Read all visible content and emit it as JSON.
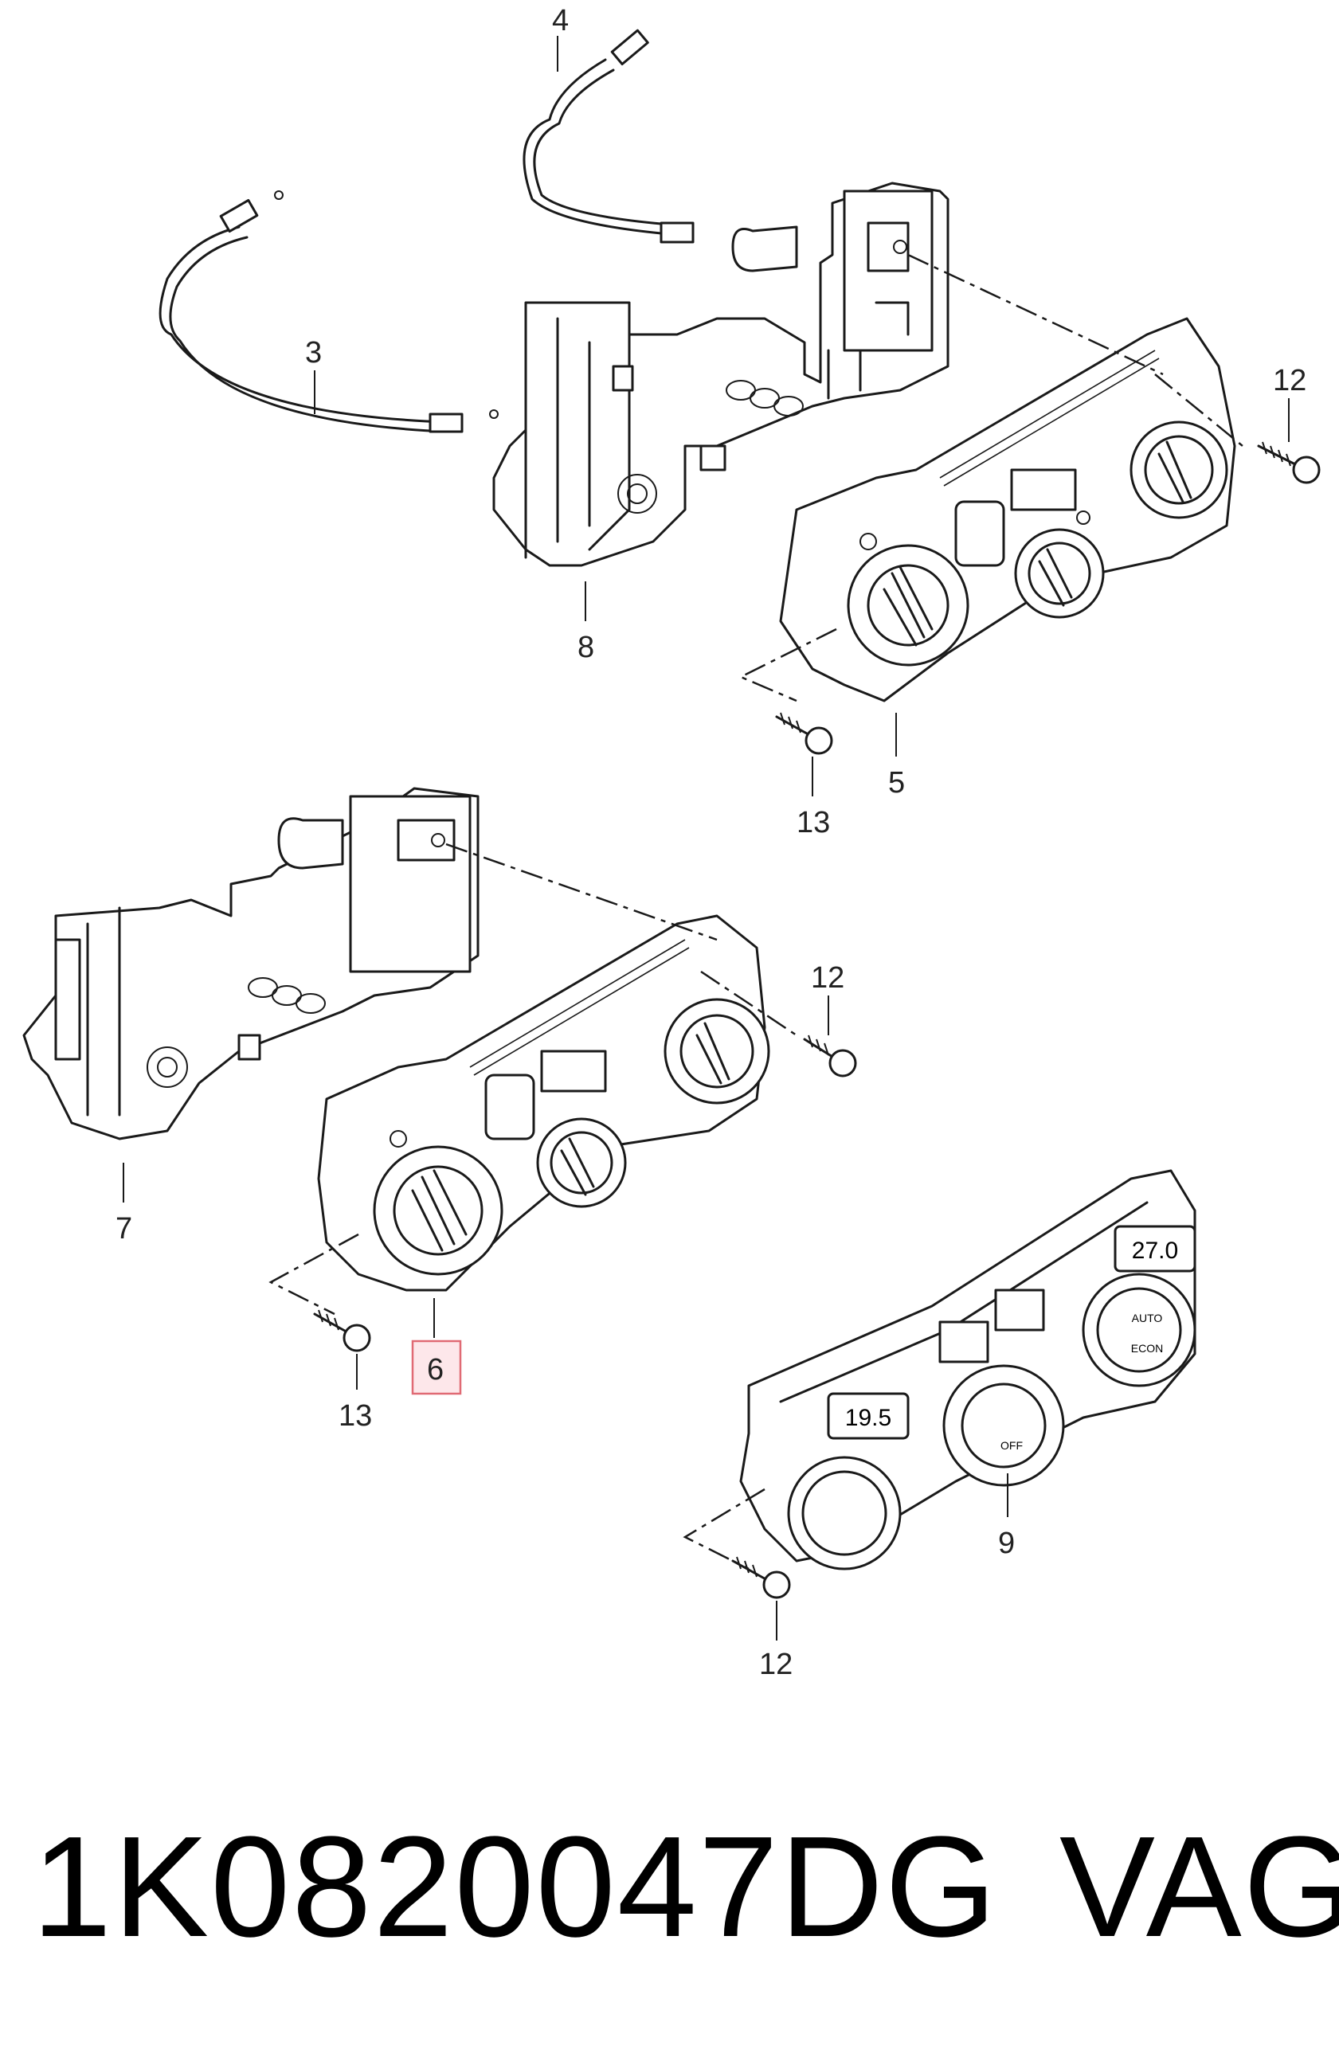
{
  "diagram": {
    "callouts": {
      "c4": "4",
      "c3": "3",
      "c12_top": "12",
      "c8": "8",
      "c13_top": "13",
      "c5": "5",
      "c12_mid": "12",
      "c7": "7",
      "c6": "6",
      "c13_bottom": "13",
      "c9": "9",
      "c12_bottom": "12"
    },
    "display_left": "19.5",
    "display_right": "27.0",
    "knob_auto_label": "AUTO",
    "knob_econ_label": "ECON",
    "knob_off_label": "OFF",
    "highlight_color": "#e06a74"
  },
  "footer": {
    "part_number": "1K0820047DG",
    "brand": "VAG"
  }
}
